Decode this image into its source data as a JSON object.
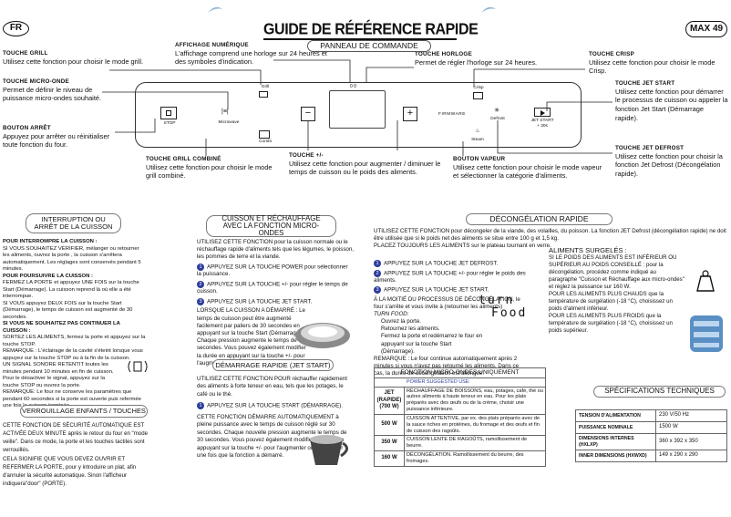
{
  "header": {
    "lang": "FR",
    "title": "GUIDE DE RÉFÉRENCE RAPIDE",
    "model": "MAX 49"
  },
  "panel": {
    "title": "PANNEAU DE COMMANDE",
    "labels": {
      "grill": "Grill",
      "microwave": "Microwave",
      "stop": "STOP",
      "combi": "Combi",
      "crisp": "Crisp",
      "defrost": "Defrost",
      "jetstart": "JET START",
      "plus30": "+ 30s",
      "steam": "Steam",
      "brand": "FIRMWARE"
    },
    "display": "0 0"
  },
  "callouts": {
    "grill": {
      "h": "TOUCHE GRILL",
      "t": "Utilisez cette fonction pour choisir le mode grill."
    },
    "micro": {
      "h": "TOUCHE MICRO-ONDE",
      "t": "Permet de définir le niveau de puissance micro-ondes souhaité."
    },
    "stop": {
      "h": "BOUTON ARRÊT",
      "t": "Appuyez pour arrêter ou réinitialiser toute fonction du four."
    },
    "display": {
      "h": "AFFICHAGE NUMÉRIQUE",
      "t": "L'affichage comprend une horloge sur 24 heures et des symboles d'indication."
    },
    "clock": {
      "h": "TOUCHE HORLOGE",
      "t": "Permet de régler l'horloge sur 24 heures."
    },
    "crisp": {
      "h": "TOUCHE CRISP",
      "t": "Utilisez cette fonction pour choisir le mode Crisp."
    },
    "jetstart": {
      "h": "TOUCHE JET START",
      "t": "Utilisez cette fonction pour démarrer le processus de cuisson ou appeler la fonction Jet Start (Démarrage rapide)."
    },
    "jetdefrost": {
      "h": "TOUCHE JET DEFROST",
      "t": "Utilisez cette fonction pour choisir la fonction Jet Defrost (Décongélation rapide)."
    },
    "combi": {
      "h": "TOUCHE GRILL COMBINÉ",
      "t": "Utilisez cette fonction pour choisir le mode grill combiné."
    },
    "plusminus": {
      "h": "TOUCHE +/-",
      "t": "Utilisez cette fonction pour augmenter / diminuer le temps de cuisson ou le poids des aliments."
    },
    "steam": {
      "h": "BOUTON VAPEUR",
      "t": "Utilisez cette fonction pour choisir le mode vapeur et sélectionner la catégorie d'aliments."
    }
  },
  "interrupt": {
    "title": "INTERRUPTION OU ARRÊT DE LA CUISSON",
    "p1h": "POUR INTERROMPRE LA CUISSON :",
    "p1": "SI VOUS SOUHAITEZ VÉRIFIER, mélanger ou retourner les aliments, ouvrez la porte , la cuisson s'arrêtera automatiquement. Les réglages sont conservés pendant 5 minutes.",
    "p2h": "POUR POURSUIVRE LA CUISSON :",
    "p2": "FERMEZ LA PORTE et appuyez UNE FOIS sur la touche Start (Démarrage). La cuisson reprend là où elle a été interrompue.",
    "p3": "SI VOUS appuyez DEUX FOIS sur la touche Start (Démarrage), le temps de cuisson est augmenté de 30 secondes.",
    "p4h": "SI VOUS NE SOUHAITEZ PAS CONTINUER LA CUISSON :",
    "p4": "SORTEZ LES ALIMENTS, fermez la porte et appuyez sur la touche STOP.",
    "p5": "REMARQUE : L'éclairage de la cavité s'éteint lorsque vous appuyez sur la touche STOP ou à la fin de la cuisson.",
    "p6": "UN SIGNAL SONORE RETENTIT toutes les minutes pendant 10 minutes en fin de cuisson. Pour le désactiver le signal, appuyez sur la touche STOP ou ouvrez la porte.",
    "p7": "REMARQUE: Le four ne conserve les paramètres que pendant 60 secondes si la porte est ouverte puis refermée une fois la cuisson terminée."
  },
  "lock": {
    "title": "VERROUILLAGE ENFANTS / TOUCHES",
    "p1": "CETTE FONCTION DE SÉCURITÉ AUTOMATIQUE EST ACTIVÉE DEUX MINUTE après le retour du four en \"mode veille\". Dans ce mode, la porte et les touches tactiles sont verrouillés.",
    "p2": "CELA SIGNIFIE QUE VOUS DEVEZ OUVRIR ET REFERMER LA PORTE, pour y introduire un plat, afin d'annuler la sécurité automatique. Sinon l'afficheur indiquera\"door\" (PORTE)."
  },
  "reheat": {
    "title": "CUISSON ET RÉCHAUFFAGE AVEC LA FONCTION MICRO-ONDES",
    "intro": "UTILISEZ CETTE FONCTION pour la cuisson normale ou le réchauffage rapide d'aliments tels que les légumes, le poisson, les pommes de terre et la viande.",
    "steps": [
      "APPUYEZ SUR LA TOUCHE POWER pour sélectionner la puissance.",
      "APPUYEZ SUR LA TOUCHE +/- pour régler le temps de cuisson.",
      "APPUYEZ SUR LA TOUCHE JET START."
    ],
    "note": "LORSQUE LA CUISSON A DÉMARRÉ : Le temps de cuisson peut être augmenté facilement par paliers de 30 secondes en appuyant sur la touche Start (Démarrage). Chaque pression augmente le temps de 30 secondes. Vous pouvez également modifier la durée en appuyant sur la touche +/- pour l'augmenter ou la diminuer."
  },
  "jet": {
    "title": "DÉMARRAGE RAPIDE (JET START)",
    "intro": "UTILISEZ CETTE FONCTION POUR réchauffer rapidement des aliments à forte teneur en eau, tels que les potages, le café ou le thé.",
    "step": "APPUYEZ SUR LA TOUCHE START (DÉMARRAGE).",
    "note": "CETTE FONCTION DÉMARRE AUTOMATIQUEMENT à pleine puissance avec le temps de cuisson réglé sur 30 secondes. Chaque nouvelle pression augmente le temps de 30 secondes. Vous pouvez également modifier la durée en appuyant sur la touche +/- pour l'augmenter ou la diminuer une fois que la fonction a démarré."
  },
  "defrost": {
    "title": "DÉCONGÉLATION RAPIDE",
    "intro": "UTILISEZ CETTE FONCTION pour décongeler de la viande, des volailles, du poisson. La fonction JET Defrost (décongélation rapide) ne doit être utilisée que si le poids net des aliments se situe entre 100 g et 1,5 kg.",
    "place": "PLACEZ TOUJOURS LES ALIMENTS sur le plateau tournant en verre.",
    "steps": [
      "APPUYEZ SUR LA TOUCHE JET DEFROST.",
      "APPUYEZ SUR LA TOUCHE +/- pour régler le poids des aliments.",
      "APPUYEZ SUR LA TOUCHE JET START."
    ],
    "half": "À LA MOITIÉ DU PROCESSUS DE DÉCONGÉLATION, le four s'arrête et vous invite à (retourner les aliments)",
    "turn_label": "TURN FOOD:",
    "turn_steps": [
      "Ouvrez la porte.",
      "Retournez les aliments.",
      "Fermez la porte et redémarrez le four en appuyant sur la touche Start (Démarrage)."
    ],
    "display_line1": "turn",
    "display_line2": "Food",
    "remark": "REMARQUE : Le four continue automatiquement après 2 minutes si vous n'avez pas retourné les aliments. Dans ce cas, la durée de décongélation est allongée.",
    "frozen_title": "ALIMENTS SURGELÉS :",
    "frozen1": "SI LE POIDS DES ALIMENTS EST INFÉRIEUR OU SUPÉRIEUR AU POIDS CONSEILLÉ : pour la décongélation, procédez comme indiqué au paragraphe \"Cuisson et Réchauffage aux micro-ondes\" et réglez la puissance sur 160 W.",
    "frozen2": "POUR LES ALIMENTS PLUS CHAUDS que la température de surgélation (-18 °C), choisissez un poids d'aliment inférieur.",
    "frozen3": "POUR LES ALIMENTS PLUS FROIDS que la température de surgélation (-18 °C), choisissez un poids supérieur."
  },
  "mw_table": {
    "title": "FONCTION MICRO-ONDES UNIQUEMENT",
    "header": "POWER SUGGESTED USE:",
    "rows": [
      {
        "power": "JET (RAPIDE) (700 W)",
        "use": "RÉCHAUFFAGE DE BOISSONS, eau, potages, café, thé ou autres aliments à haute teneur en eau. Pour les plats préparés avec des œufs ou de la crème, choisir une puissance inférieure."
      },
      {
        "power": "500 W",
        "use": "CUISSON ATTENTIVE, par ex. des plats préparés avec de la sauce riches en protéines, du fromage et des œufs et fin de cuisson des ragoûts."
      },
      {
        "power": "350 W",
        "use": "CUISSON LENTE DE RAGOÛTS, ramollissement de beurre."
      },
      {
        "power": "160 W",
        "use": "DÉCONGÉLATION. Ramollissement du beurre, des fromages."
      }
    ]
  },
  "specs": {
    "title": "SPÉCIFICATIONS TECHNIQUES",
    "rows": [
      {
        "k": "TENSION D'ALIMENTATION",
        "v": "230 V/50 Hz"
      },
      {
        "k": "PUISSANCE NOMINALE",
        "v": "1500 W"
      },
      {
        "k": "DIMENSIONS INTERNES (HXLXP)",
        "v": "360 x 392 x 350"
      },
      {
        "k": "INNER DIMENSIONS (HXWXD)",
        "v": "149 x 290 x 290"
      }
    ]
  },
  "colors": {
    "accent": "#2d3d9a",
    "pill_border": "#7a7a7a"
  }
}
